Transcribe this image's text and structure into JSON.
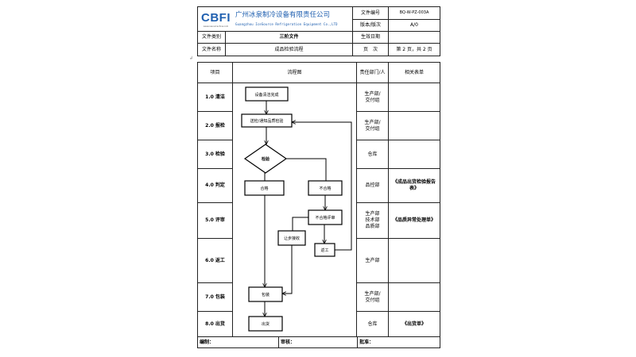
{
  "header": {
    "logo": "CBFI",
    "logo_sub": "www.icesourcechina.com",
    "company_cn": "广州冰泉制冷设备有限责任公司",
    "company_en": "Guangzhou IceSource Refrigeration Equipment Co.,LTD",
    "doc_no_label": "文件编号",
    "doc_no": "BQ-W-PZ-003A",
    "version_label": "版本/版次",
    "version": "A/0",
    "category_label": "文件类别",
    "category": "三阶文件",
    "effective_label": "生效日期",
    "effective": "",
    "name_label": "文件名称",
    "name": "成品检验流程",
    "page_label": "页　次",
    "page": "第 2 页，共 2 页"
  },
  "table": {
    "headers": [
      "项目",
      "流程图",
      "责任部门/人",
      "相关表单"
    ],
    "rows": [
      {
        "item": "1.0 清洁",
        "dept": "生产部/\n交付组",
        "form": ""
      },
      {
        "item": "2.0 报检",
        "dept": "生产部/\n交付组",
        "form": ""
      },
      {
        "item": "3.0 检验",
        "dept": "仓库",
        "form": ""
      },
      {
        "item": "4.0 判定",
        "dept": "品控部",
        "form": "《成品出货检验报告表》"
      },
      {
        "item": "5.0 评审",
        "dept": "生产部\n技术部\n品质部",
        "form": "《品质异常处理单》"
      },
      {
        "item": "6.0 返工",
        "dept": "生产部",
        "form": ""
      },
      {
        "item": "7.0 包装",
        "dept": "生产部/\n交付组",
        "form": ""
      },
      {
        "item": "8.0 出货",
        "dept": "仓库",
        "form": "《出货单》"
      }
    ],
    "footer": [
      "编制：",
      "审核：",
      "批准："
    ]
  },
  "flow": {
    "clean_done": "设备清洁完成",
    "inspect_request": "送检/通知品质检验",
    "inspect": "检验",
    "pass": "合格",
    "fail": "不合格",
    "fail_review": "不合格评审",
    "concession": "让步接收",
    "rework": "返工",
    "pack": "包装",
    "ship": "出货"
  }
}
